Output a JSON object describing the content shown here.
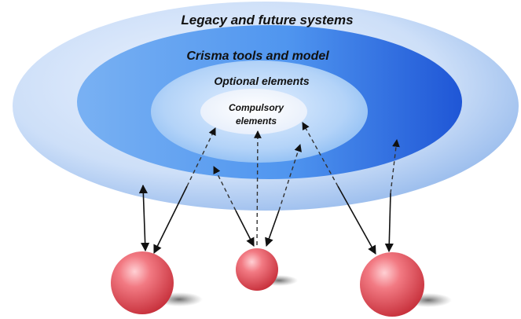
{
  "rings": {
    "outer_label": "Legacy and future systems",
    "second_label": "Crisma tools and model",
    "third_label": "Optional elements",
    "core_label_line1": "Compulsory",
    "core_label_line2": "elements"
  },
  "colors": {
    "outer_ring": "#cfe0f9",
    "second_ring": "#4f95ef",
    "third_ring": "#a9cdf6",
    "core": "#f5f8ff",
    "sphere": "#ec5c66",
    "arrow": "#111111"
  }
}
